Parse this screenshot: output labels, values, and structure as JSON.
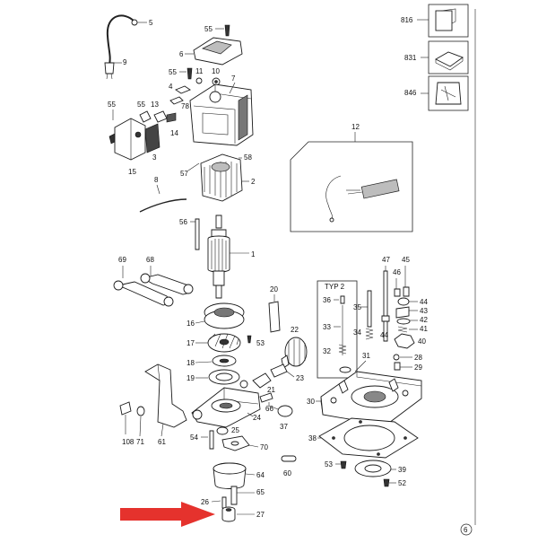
{
  "title": "",
  "accent_color": "#e5322d",
  "callouts": {
    "c5": "5",
    "c9": "9",
    "c55a": "55",
    "c6": "6",
    "c55b": "55",
    "c11": "11",
    "c10": "10",
    "c4": "4",
    "c78": "78",
    "c7": "7",
    "c55c": "55",
    "c55d": "55",
    "c13": "13",
    "c14": "14",
    "c15": "15",
    "c3": "3",
    "c57": "57",
    "c58": "58",
    "c2": "2",
    "c8": "8",
    "c56": "56",
    "c1": "1",
    "c69": "69",
    "c68": "68",
    "c20": "20",
    "c16": "16",
    "c17": "17",
    "c53": "53",
    "c22": "22",
    "c18": "18",
    "c19": "19",
    "c21": "21",
    "c23": "23",
    "c66": "66",
    "c24": "24",
    "c37": "37",
    "c108": "108",
    "c71": "71",
    "c61": "61",
    "c54": "54",
    "c25": "25",
    "c70": "70",
    "c60": "60",
    "c64": "64",
    "c26": "26",
    "c65": "65",
    "c27": "27",
    "c816": "816",
    "c831": "831",
    "c846": "846",
    "c12": "12",
    "c36": "36",
    "c33": "33",
    "c32": "32",
    "c35": "35",
    "c34": "34",
    "c47": "47",
    "c45": "45",
    "c46": "46",
    "c44a": "44",
    "c43": "43",
    "c42": "42",
    "c41": "41",
    "c44b": "44",
    "c40": "40",
    "c31": "31",
    "c28": "28",
    "c29": "29",
    "c30": "30",
    "c38": "38",
    "c53b": "53",
    "c39": "39",
    "c52": "52"
  },
  "typ_label": "TYP 2",
  "page_number": "6"
}
